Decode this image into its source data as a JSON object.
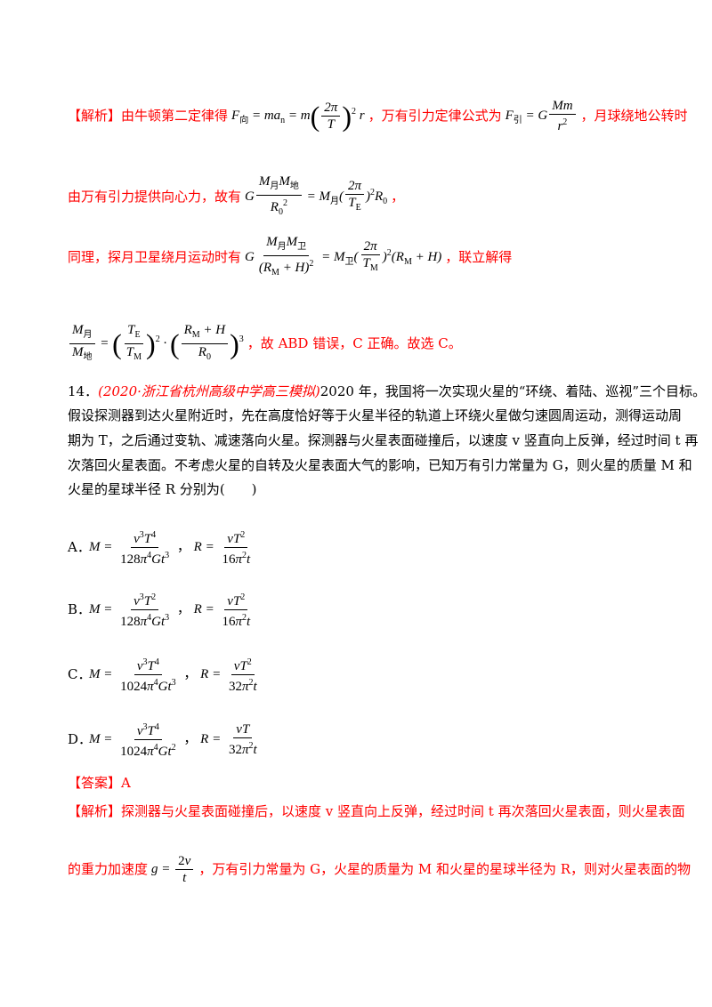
{
  "analysis1": {
    "tag": "【解析】",
    "text_a": "由牛顿第二定律得",
    "text_b": "，万有引力定律公式为",
    "text_c": "，月球绕地公转时"
  },
  "line2": {
    "text_a": "由万有引力提供向心力，故有",
    "text_b": "，"
  },
  "line3": {
    "text_a": "同理，探月卫星绕月运动时有",
    "text_b": "，联立解得"
  },
  "line4": {
    "text_b": "，故 ABD 错误，C 正确。故选 C。"
  },
  "question": {
    "number": "14．",
    "source": "(2020·浙江省杭州高级中学高三模拟)",
    "lines": [
      "2020 年，我国将一次实现火星的“环绕、着陆、巡视”三个目标。",
      "假设探测器到达火星附近时，先在高度恰好等于火星半径的轨道上环绕火星做匀速圆周运动，测得运动周",
      "期为 T，之后通过变轨、减速落向火星。探测器与火星表面碰撞后，以速度 v 竖直向上反弹，经过时间 t 再",
      "次落回火星表面。不考虑火星的自转及火星表面大气的影响，已知万有引力常量为 G，则火星的质量 M 和",
      "火星的星球半径 R 分别为(　　)"
    ]
  },
  "options": [
    {
      "label": "A．"
    },
    {
      "label": "B．"
    },
    {
      "label": "C．"
    },
    {
      "label": "D．"
    }
  ],
  "answer": {
    "tag": "【答案】",
    "value": "A"
  },
  "analysis2": {
    "tag": "【解析】",
    "line1": "探测器与火星表面碰撞后，以速度 v 竖直向上反弹，经过时间 t 再次落回火星表面，则火星表面",
    "line2_a": "的重力加速度",
    "line2_b": "，万有引力常量为 G，火星的质量为 M 和火星的星球半径为 R，则对火星表面的物"
  }
}
